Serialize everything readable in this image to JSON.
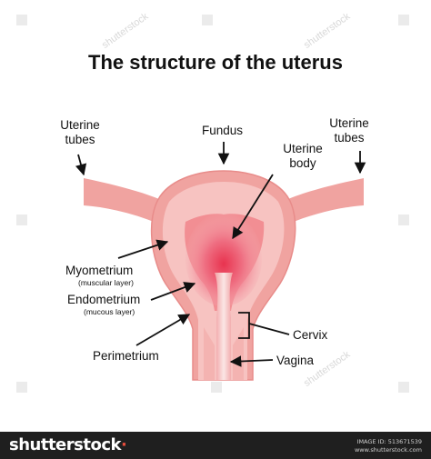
{
  "title": "The structure of the uterus",
  "labels": {
    "uterine_tubes_left": [
      "Uterine",
      "tubes"
    ],
    "uterine_tubes_right": [
      "Uterine",
      "tubes"
    ],
    "fundus": "Fundus",
    "uterine_body": [
      "Uterine",
      "body"
    ],
    "myometrium": "Myometrium",
    "myometrium_sub": "(muscular layer)",
    "endometrium": "Endometrium",
    "endometrium_sub": "(mucous layer)",
    "perimetrium": "Perimetrium",
    "cervix": "Cervix",
    "vagina": "Vagina"
  },
  "watermark": {
    "text": "shutterstock"
  },
  "footer": {
    "brand": "shutterstock",
    "brand_mark": "·",
    "image_id": "IMAGE ID: 513671539",
    "site": "www.shutterstock.com"
  },
  "colors": {
    "outer_wall": "#f0a3a0",
    "outer_edge": "#e88c8a",
    "muscle_layer": "#f7c3c1",
    "mucosa": "#f28e93",
    "cavity_highlight": "#ee4e63",
    "footer_bg": "#1f1f1f"
  }
}
